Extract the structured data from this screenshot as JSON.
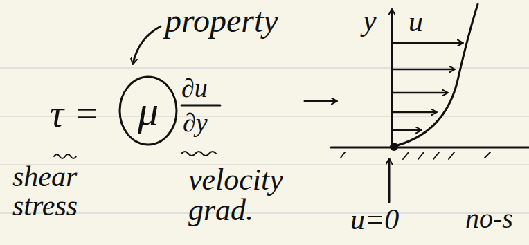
{
  "diagram": {
    "nodes": [
      {
        "text": [
          "μ"
        ]
      }
    ],
    "labels": [
      "property",
      "τ =",
      "∂u",
      "∂y",
      "shear stress",
      "velocity grad.",
      "y",
      "u",
      "u=0",
      "no-s"
    ]
  }
}
